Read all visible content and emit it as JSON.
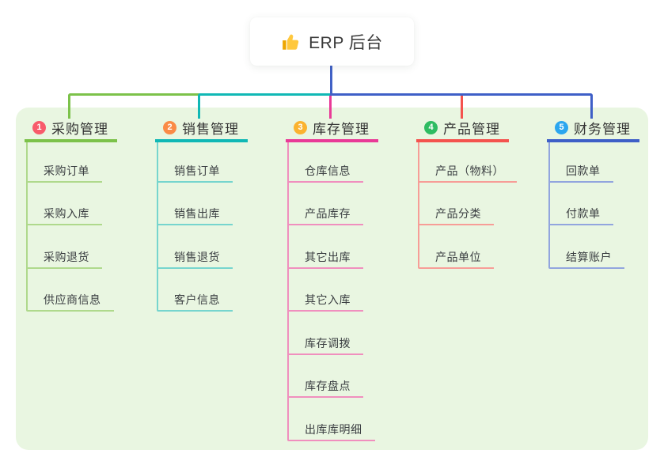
{
  "root": {
    "title": "ERP 后台",
    "icon": "thumbs-up-icon",
    "connector_color": "#4161C6"
  },
  "panel_color": "#E9F6E1",
  "background_color": "#FFFFFF",
  "branches": [
    {
      "index": "1",
      "label": "采购管理",
      "line_color": "#7CC24A",
      "child_line_color": "#AFD98C",
      "badge_color": "#F85B6B",
      "children": [
        "采购订单",
        "采购入库",
        "采购退货",
        "供应商信息"
      ]
    },
    {
      "index": "2",
      "label": "销售管理",
      "line_color": "#10B8B5",
      "child_line_color": "#76D5CE",
      "badge_color": "#FA8B47",
      "children": [
        "销售订单",
        "销售出库",
        "销售退货",
        "客户信息"
      ]
    },
    {
      "index": "3",
      "label": "库存管理",
      "line_color": "#E93A97",
      "child_line_color": "#F08FBE",
      "badge_color": "#FBB32F",
      "children": [
        "仓库信息",
        "产品库存",
        "其它出库",
        "其它入库",
        "库存调拨",
        "库存盘点",
        "出库库明细"
      ]
    },
    {
      "index": "4",
      "label": "产品管理",
      "line_color": "#F4534E",
      "child_line_color": "#F79D97",
      "badge_color": "#2FBC62",
      "children": [
        "产品（物料）",
        "产品分类",
        "产品单位"
      ]
    },
    {
      "index": "5",
      "label": "财务管理",
      "line_color": "#3E5FC7",
      "child_line_color": "#92A5DE",
      "badge_color": "#2BA6EF",
      "children": [
        "回款单",
        "付款单",
        "结算账户"
      ]
    }
  ]
}
